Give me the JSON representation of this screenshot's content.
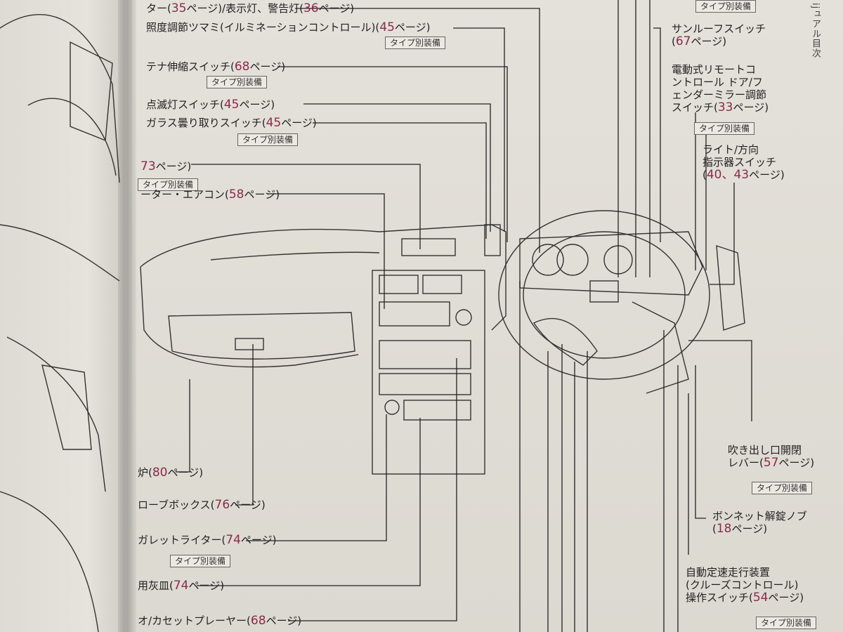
{
  "page_title": "ijュアル目次",
  "labels": {
    "l1": {
      "pre": "ター(",
      "page": "35",
      "post": "ページ)/表示灯、警告灯(",
      "page2": "36",
      "post2": "ページ)"
    },
    "l2": {
      "pre": "照度調節ツマミ(イルミネーションコントロール)(",
      "page": "45",
      "post": "ページ)"
    },
    "l3": {
      "pre": "テナ伸縮スイッチ(",
      "page": "68",
      "post": "ページ)"
    },
    "l4": {
      "pre": "点滅灯スイッチ(",
      "page": "45",
      "post": "ページ)"
    },
    "l5": {
      "pre": "ガラス曇り取りスイッチ(",
      "page": "45",
      "post": "ページ)"
    },
    "l6": {
      "pre": "",
      "page": "73",
      "post": "ページ)"
    },
    "l7": {
      "pre": "ーター・エアコン(",
      "page": "58",
      "post": "ページ)"
    },
    "l8": {
      "pre": "炉(",
      "page": "80",
      "post": "ページ)"
    },
    "l9": {
      "pre": "ローブボックス(",
      "page": "76",
      "post": "ページ)"
    },
    "l10": {
      "pre": "ガレットライター(",
      "page": "74",
      "post": "ページ)"
    },
    "l11": {
      "pre": "用灰皿(",
      "page": "74",
      "post": "ページ)"
    },
    "l12": {
      "pre": "オ/カセットプレーヤー(",
      "page": "68",
      "post": "ページ)"
    },
    "r1": {
      "pre": "サンルーフスイッチ",
      "page": "67",
      "post": "ページ)"
    },
    "r2": {
      "line1": "電動式リモートコ",
      "line2": "ントロール ドア/フ",
      "line3": "ェンダーミラー調節",
      "pre": "スイッチ(",
      "page": "33",
      "post": "ページ)"
    },
    "r3": {
      "line1": "ライト/方向",
      "line2": "指示器スイッチ",
      "page": "40、43",
      "post": "ページ)"
    },
    "r4": {
      "line1": "吹き出し口開閉",
      "pre": "レバー(",
      "page": "57",
      "post": "ページ)"
    },
    "r5": {
      "line1": "ボンネット解錠ノブ",
      "page": "18",
      "post": "ページ)"
    },
    "r6": {
      "line1": "自動定速走行装置",
      "line2": "(クルーズコントロール)",
      "pre": "操作スイッチ(",
      "page": "54",
      "post": "ページ)"
    }
  },
  "tag_text": "タイプ別装備",
  "colors": {
    "page_ref": "#8c2a4a",
    "text": "#222222"
  }
}
